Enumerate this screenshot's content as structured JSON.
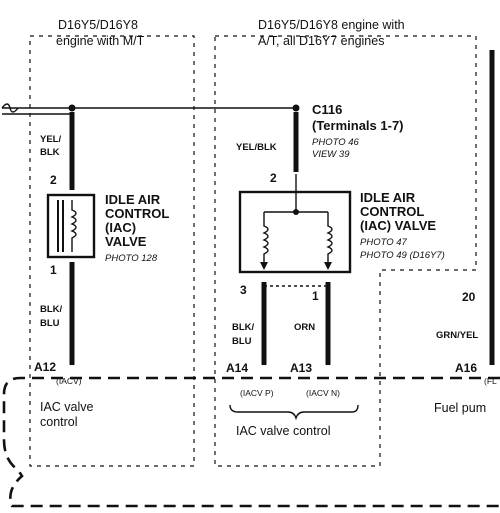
{
  "headers": {
    "mt_line1": "D16Y5/D16Y8",
    "mt_line2": "engine with M/T",
    "at_line1": "D16Y5/D16Y8 engine with",
    "at_line2": "A/T, all D16Y7 engines"
  },
  "connector": {
    "name": "C116",
    "terminals": "(Terminals 1-7)",
    "photo": "PHOTO 46",
    "view": "VIEW 39"
  },
  "left_valve": {
    "wire_top": [
      "YEL/",
      "BLK"
    ],
    "pin_top": "2",
    "title": [
      "IDLE AIR",
      "CONTROL",
      "(IAC)",
      "VALVE"
    ],
    "photo": "PHOTO 128",
    "pin_bottom": "1",
    "wire_bottom": [
      "BLK/",
      "BLU"
    ],
    "ecm_pin": "A12",
    "signal": "(IACV)",
    "desc": [
      "IAC valve",
      "control"
    ]
  },
  "right_valve": {
    "wire_top": "YEL/BLK",
    "pin_top": "2",
    "title": [
      "IDLE AIR",
      "CONTROL",
      "(IAC) VALVE"
    ],
    "photo1": "PHOTO 47",
    "photo2": "PHOTO 49 (D16Y7)",
    "pin3": "3",
    "pin1": "1",
    "wire3": [
      "BLK/",
      "BLU"
    ],
    "wire1": "ORN",
    "ecm_pin_p": "A14",
    "ecm_pin_n": "A13",
    "signal_p": "(IACV P)",
    "signal_n": "(IACV N)",
    "desc": "IAC valve control"
  },
  "fuel": {
    "pin": "20",
    "wire": "GRN/YEL",
    "ecm_pin": "A16",
    "signal": "(FL",
    "desc": "Fuel pum"
  }
}
